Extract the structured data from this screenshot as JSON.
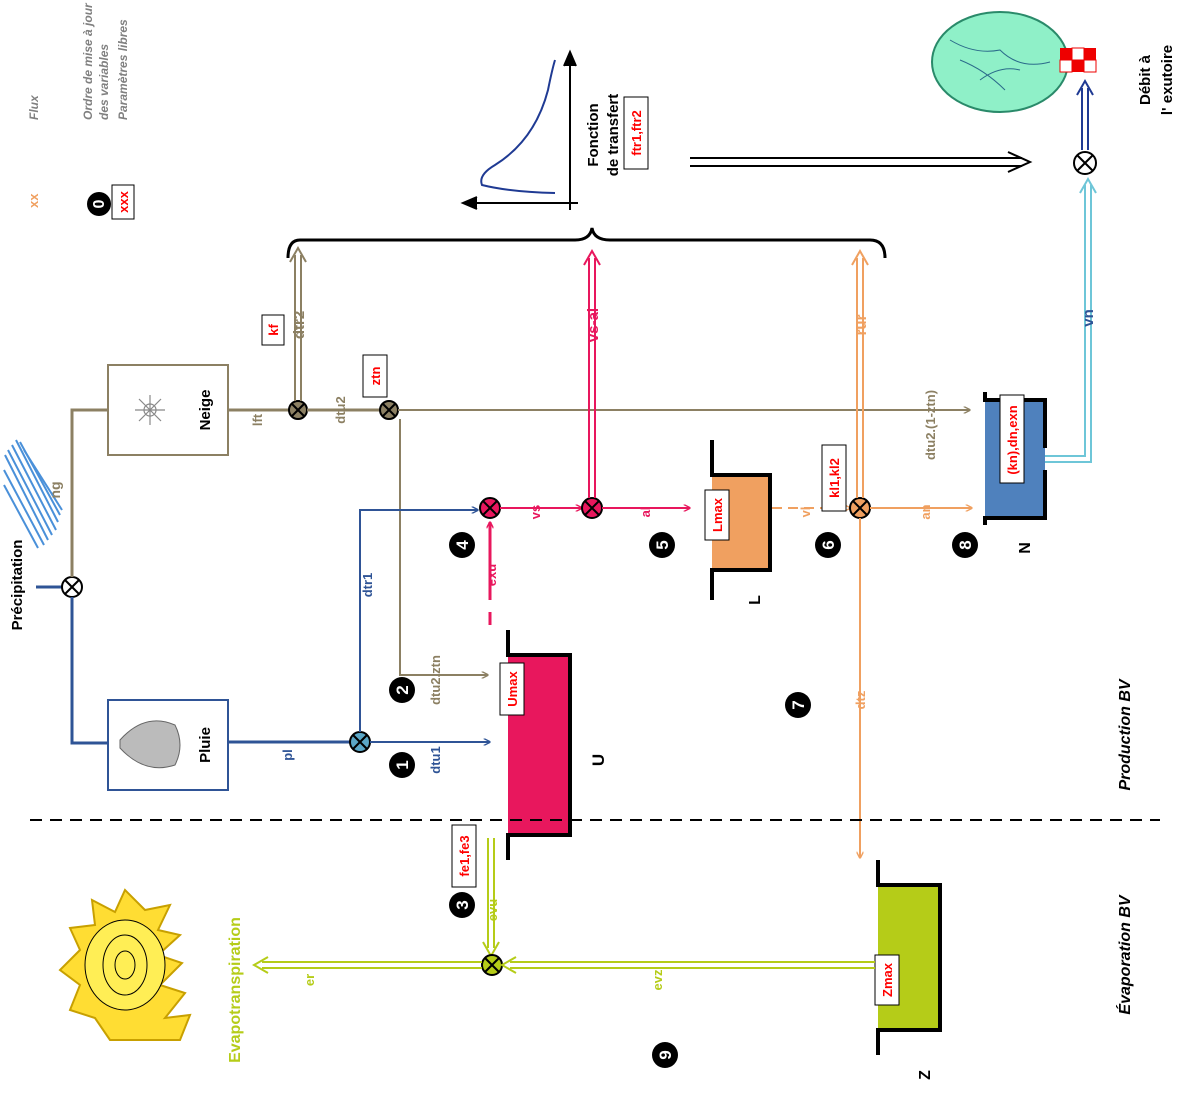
{
  "title_precipitation": "Précipitation",
  "neige": "Neige",
  "pluie": "Pluie",
  "legend": {
    "flux_sample": "xx",
    "flux": "Flux",
    "order_sample": "0",
    "order_line1": "Ordre de mise à jour",
    "order_line2": "des variables",
    "param_sample": "xxx",
    "params": "Paramètres libres"
  },
  "sections": {
    "production": "Production BV",
    "evaporation": "Évaporation BV"
  },
  "transfer": {
    "line1": "Fonction",
    "line2": "de transfert",
    "params": "ftr1,ftr2"
  },
  "outlet": {
    "line1": "Débit à",
    "line2": "l' exutoire"
  },
  "evapotranspiration": "Evapotranspiration",
  "reservoirs": {
    "U": "U",
    "L": "L",
    "N": "N",
    "Z": "Z"
  },
  "params": {
    "kf": "kf",
    "ztn": "ztn",
    "umax": "Umax",
    "lmax": "Lmax",
    "kl": "kl1,kl2",
    "kn": "(kn),dn,exn",
    "fe": "fe1,fe3",
    "zmax": "Zmax"
  },
  "flux": {
    "ng": "ng",
    "lft": "lft",
    "dtr2": "dtr2",
    "dtu2": "dtu2",
    "pl": "pl",
    "dtu1": "dtu1",
    "dtr1": "dtr1",
    "dtu2ztn": "dtu2.ztn",
    "exu": "exu",
    "vs": "vs",
    "vsal": "vs-al",
    "al": "al",
    "vl": "vl",
    "an": "an",
    "rur": "rur",
    "dtu2rest": "dtu2.(1-ztn)",
    "vn": "vn",
    "dtz": "dtz",
    "evu": "evu",
    "evz": "evz",
    "er": "er"
  },
  "order": [
    "1",
    "2",
    "3",
    "4",
    "5",
    "6",
    "7",
    "8",
    "9"
  ],
  "colors": {
    "olive": "#8c8063",
    "blue": "#2f5496",
    "pink": "#e8175d",
    "orange": "#f0a060",
    "green": "#b5cc18",
    "lightblue": "#6ec6d8",
    "red": "#ff0000",
    "steel": "#4f81bd"
  }
}
